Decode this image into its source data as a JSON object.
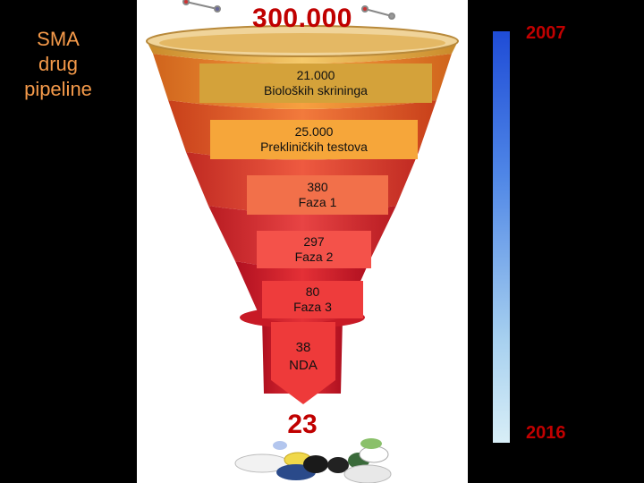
{
  "side_title": [
    "SMA",
    "drug",
    "pipeline"
  ],
  "funnel": {
    "top_value": "300.000",
    "stages": [
      {
        "value": "21.000",
        "label": "Bioloških skrininga"
      },
      {
        "value": "25.000",
        "label": "Prekliničkih testova"
      },
      {
        "value": "380",
        "label": "Faza 1"
      },
      {
        "value": "297",
        "label": "Faza 2"
      },
      {
        "value": "80",
        "label": "Faza 3"
      },
      {
        "value": "38",
        "label": "NDA"
      }
    ],
    "final_value": "23"
  },
  "timeline": {
    "start_year": "2007",
    "end_year": "2016"
  },
  "colors": {
    "number_red": "#c00000",
    "side_title_orange": "#f59a4a",
    "timeline_top": "#1f4cd6",
    "timeline_bottom": "#d8eef7"
  }
}
